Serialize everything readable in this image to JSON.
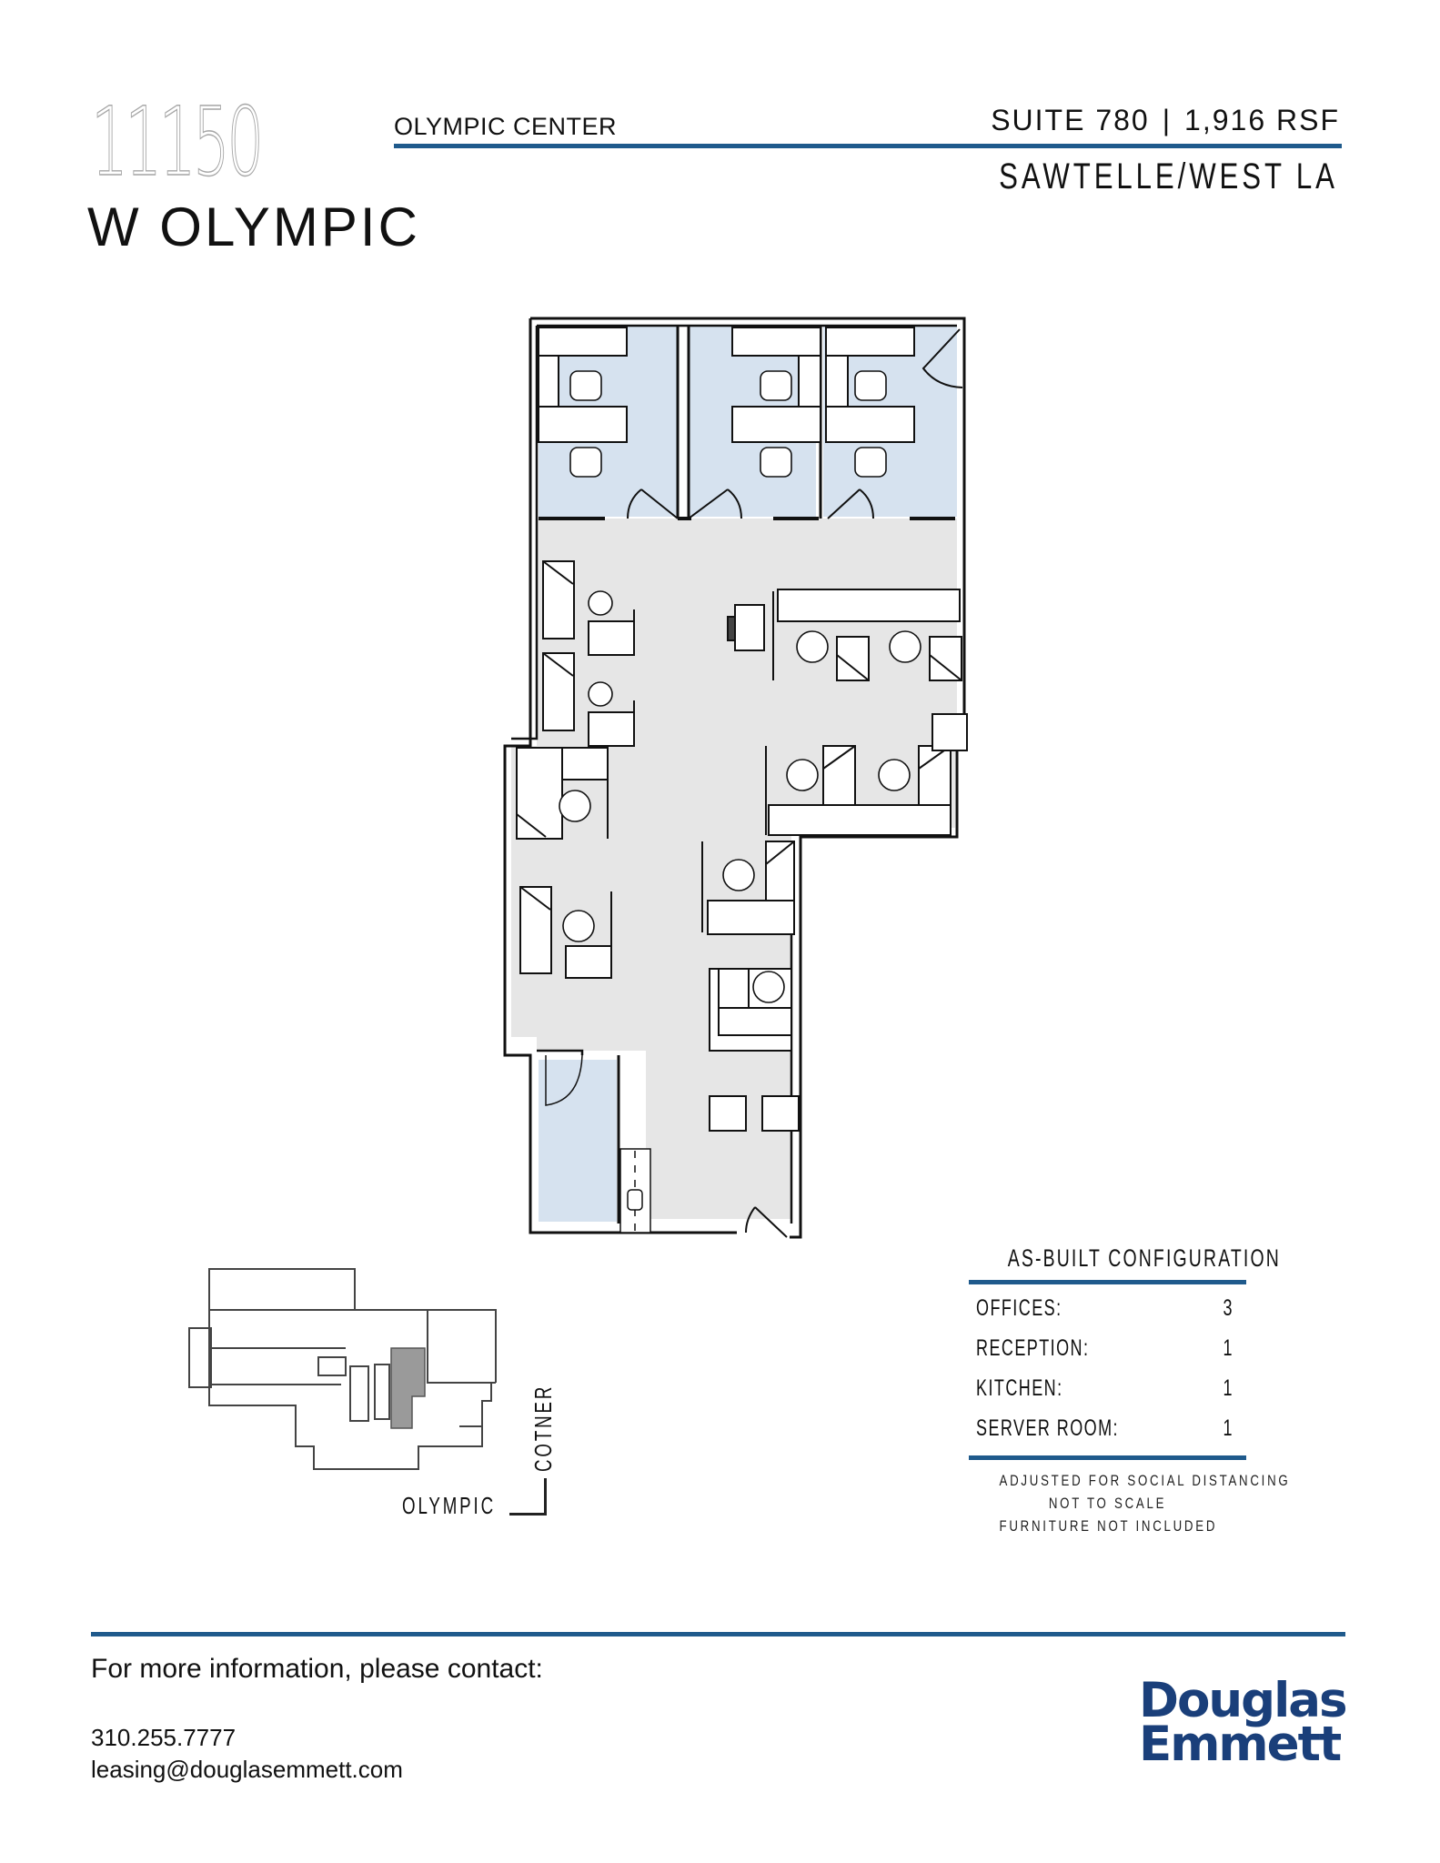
{
  "header": {
    "address_number": "11150",
    "address_street": "W OLYMPIC",
    "building_name": "OLYMPIC CENTER",
    "suite": "SUITE 780",
    "separator": "|",
    "area": "1,916 RSF",
    "submarket": "SAWTELLE/WEST LA"
  },
  "floorplan": {
    "rooms": {
      "offices": 3,
      "server_room_shaded": true,
      "workstations": 10,
      "reception_desk": true,
      "kitchen_counter": true
    },
    "colors": {
      "office_fill": "#d6e2ef",
      "common_fill": "#e6e6e6",
      "furniture_fill": "#ffffff",
      "wall": "#111111"
    }
  },
  "key_plan": {
    "street_bottom": "OLYMPIC",
    "street_right": "COTNER",
    "highlight_color": "#9a9a9a"
  },
  "configuration": {
    "title": "AS-BUILT CONFIGURATION",
    "rows": [
      {
        "label": "OFFICES:",
        "value": "3"
      },
      {
        "label": "RECEPTION:",
        "value": "1"
      },
      {
        "label": "KITCHEN:",
        "value": "1"
      },
      {
        "label": "SERVER ROOM:",
        "value": "1"
      }
    ],
    "notes": [
      "ADJUSTED FOR SOCIAL DISTANCING",
      "NOT TO SCALE",
      "FURNITURE NOT INCLUDED"
    ]
  },
  "contact": {
    "heading": "For more information, please contact:",
    "phone": "310.255.7777",
    "email": "leasing@douglasemmett.com"
  },
  "brand": {
    "logo_line1": "Douglas",
    "logo_line2": "Emmett",
    "accent_color": "#1f5a8c",
    "logo_color": "#1a3f7a"
  }
}
